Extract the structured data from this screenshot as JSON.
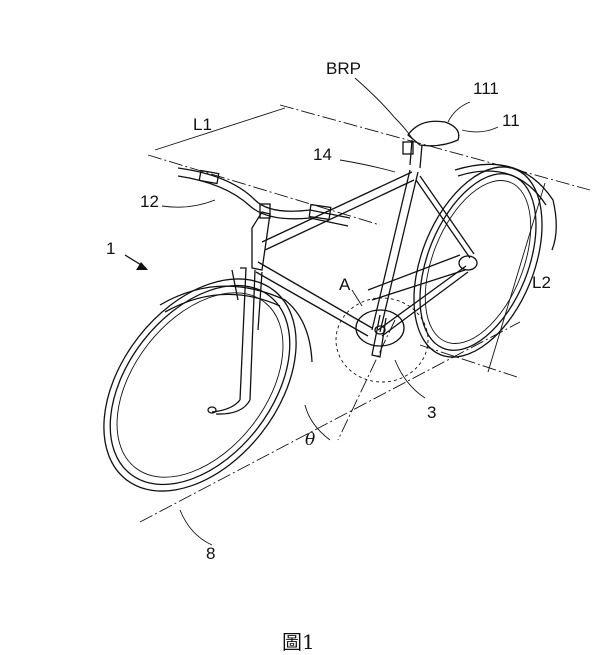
{
  "figure": {
    "caption": "圖1",
    "labels": {
      "brp": "BRP",
      "saddle_top": "111",
      "saddle": "11",
      "l1": "L1",
      "top_tube": "14",
      "handlebar": "12",
      "bicycle": "1",
      "region_a": "A",
      "l2": "L2",
      "crank": "3",
      "theta": "θ",
      "ground_line": "8"
    }
  }
}
